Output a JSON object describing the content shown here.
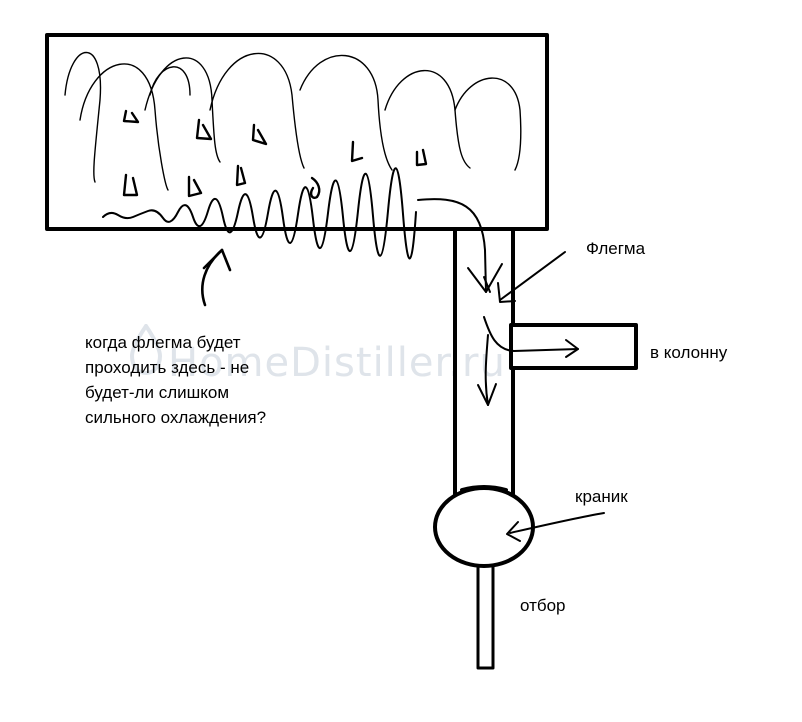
{
  "watermark": {
    "text": "HomeDistiller.ru"
  },
  "labels": {
    "flegma": "Флегма",
    "v_kolonnu": "в колонну",
    "kranik": "краник",
    "otbor": "отбор"
  },
  "note": {
    "lines": [
      "когда флегма будет",
      "проходить здесь - не",
      "будет-ли слишком",
      "сильного охлаждения?"
    ]
  },
  "colors": {
    "ink": "#000000",
    "watermark": "#dfe4ea",
    "background": "#ffffff"
  }
}
